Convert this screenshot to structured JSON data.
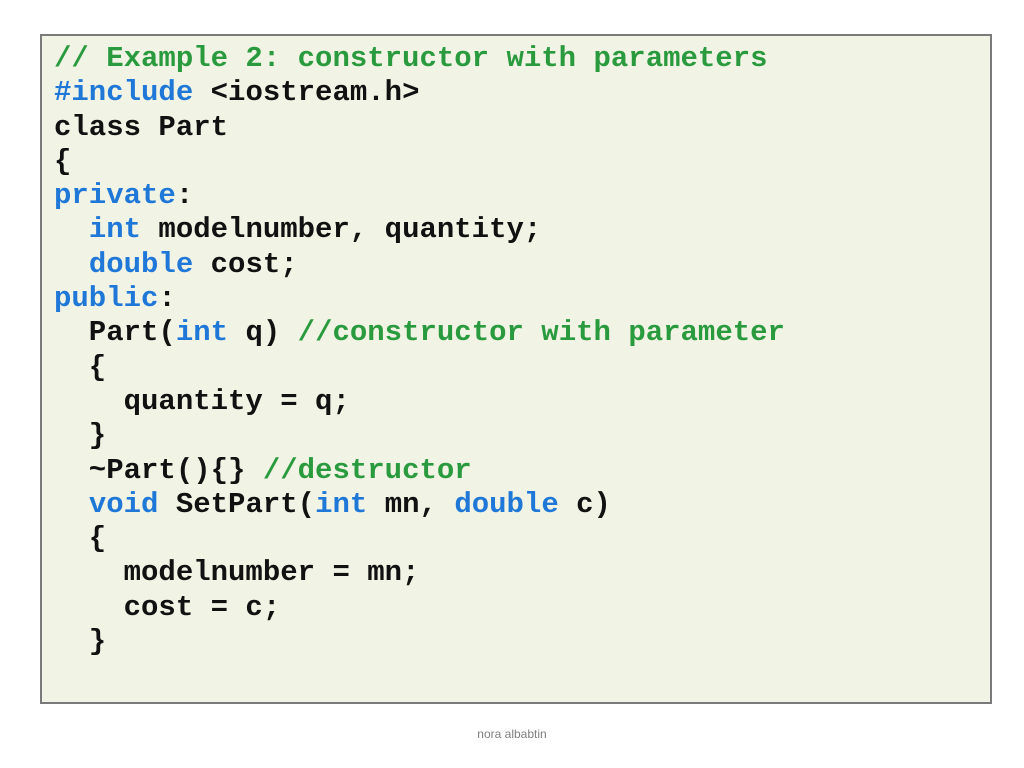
{
  "colors": {
    "comment": "#2a9a3e",
    "keyword": "#1f78d8",
    "plain": "#111111",
    "background": "#f1f4e4",
    "border": "#7a7a7a"
  },
  "code_lines": [
    [
      {
        "t": "comment",
        "v": "// Example 2: constructor with parameters"
      }
    ],
    [
      {
        "t": "keyword",
        "v": "#include"
      },
      {
        "t": "plain",
        "v": " <iostream.h>"
      }
    ],
    [
      {
        "t": "plain",
        "v": "class Part"
      }
    ],
    [
      {
        "t": "plain",
        "v": "{"
      }
    ],
    [
      {
        "t": "keyword",
        "v": "private"
      },
      {
        "t": "plain",
        "v": ":"
      }
    ],
    [
      {
        "t": "plain",
        "v": "  "
      },
      {
        "t": "keyword",
        "v": "int"
      },
      {
        "t": "plain",
        "v": " modelnumber, quantity;"
      }
    ],
    [
      {
        "t": "plain",
        "v": "  "
      },
      {
        "t": "keyword",
        "v": "double"
      },
      {
        "t": "plain",
        "v": " cost;"
      }
    ],
    [
      {
        "t": "keyword",
        "v": "public"
      },
      {
        "t": "plain",
        "v": ":"
      }
    ],
    [
      {
        "t": "plain",
        "v": "  Part("
      },
      {
        "t": "keyword",
        "v": "int"
      },
      {
        "t": "plain",
        "v": " q) "
      },
      {
        "t": "comment",
        "v": "//constructor with parameter"
      }
    ],
    [
      {
        "t": "plain",
        "v": "  {"
      }
    ],
    [
      {
        "t": "plain",
        "v": "    quantity = q;"
      }
    ],
    [
      {
        "t": "plain",
        "v": "  }"
      }
    ],
    [
      {
        "t": "plain",
        "v": "  ~Part(){} "
      },
      {
        "t": "comment",
        "v": "//destructor"
      }
    ],
    [
      {
        "t": "plain",
        "v": "  "
      },
      {
        "t": "keyword",
        "v": "void"
      },
      {
        "t": "plain",
        "v": " SetPart("
      },
      {
        "t": "keyword",
        "v": "int"
      },
      {
        "t": "plain",
        "v": " mn, "
      },
      {
        "t": "keyword",
        "v": "double"
      },
      {
        "t": "plain",
        "v": " c)"
      }
    ],
    [
      {
        "t": "plain",
        "v": "  {"
      }
    ],
    [
      {
        "t": "plain",
        "v": "    modelnumber = mn;"
      }
    ],
    [
      {
        "t": "plain",
        "v": "    cost = c;"
      }
    ],
    [
      {
        "t": "plain",
        "v": "  }"
      }
    ]
  ],
  "footer": {
    "author": "nora albabtin"
  }
}
